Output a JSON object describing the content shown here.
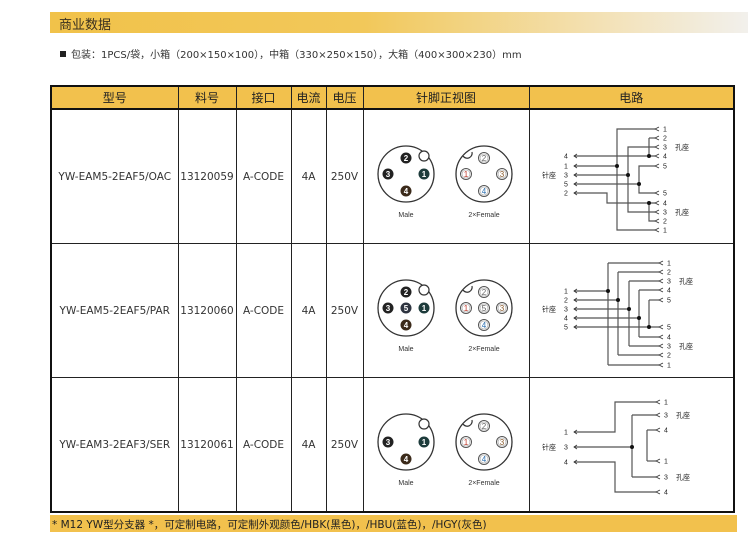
{
  "section_title": "商业数据",
  "packaging": "包装：1PCS/袋，小箱（200×150×100），中箱（330×250×150），大箱（400×300×230）mm",
  "table": {
    "headers": [
      "型号",
      "料号",
      "接口",
      "电流",
      "电压",
      "针脚正视图",
      "电路"
    ],
    "rows": [
      {
        "model": "YW-EAM5-2EAF5/OAC",
        "part": "13120059",
        "interface": "A-CODE",
        "current": "4A",
        "voltage": "250V",
        "male_label": "Male",
        "female_label": "2×Female",
        "male_pins": [
          {
            "n": "2",
            "pos": "top"
          },
          {
            "n": "3",
            "pos": "left"
          },
          {
            "n": "1",
            "pos": "right"
          },
          {
            "n": "4",
            "pos": "bottom"
          }
        ],
        "female_pins": [
          {
            "n": "2",
            "pos": "top"
          },
          {
            "n": "1",
            "pos": "left"
          },
          {
            "n": "3",
            "pos": "right"
          },
          {
            "n": "4",
            "pos": "bottom"
          }
        ],
        "circuit": {
          "pin_label": "针座",
          "socket_label": "孔座",
          "pins": [
            "4",
            "1",
            "3",
            "5",
            "2"
          ],
          "sockets_top": [
            "1",
            "2",
            "3",
            "4",
            "5"
          ],
          "sockets_bottom": [
            "5",
            "4",
            "3",
            "2",
            "1"
          ]
        }
      },
      {
        "model": "YW-EAM5-2EAF5/PAR",
        "part": "13120060",
        "interface": "A-CODE",
        "current": "4A",
        "voltage": "250V",
        "male_label": "Male",
        "female_label": "2×Female",
        "male_pins": [
          {
            "n": "2",
            "pos": "top"
          },
          {
            "n": "3",
            "pos": "left"
          },
          {
            "n": "5",
            "pos": "center"
          },
          {
            "n": "1",
            "pos": "right"
          },
          {
            "n": "4",
            "pos": "bottom"
          }
        ],
        "female_pins": [
          {
            "n": "2",
            "pos": "top"
          },
          {
            "n": "1",
            "pos": "left"
          },
          {
            "n": "5",
            "pos": "center"
          },
          {
            "n": "3",
            "pos": "right"
          },
          {
            "n": "4",
            "pos": "bottom"
          }
        ],
        "circuit": {
          "pin_label": "针座",
          "socket_label": "孔座",
          "pins": [
            "1",
            "2",
            "3",
            "4",
            "5"
          ],
          "sockets_top": [
            "1",
            "2",
            "3",
            "4",
            "5"
          ],
          "sockets_bottom": [
            "5",
            "4",
            "3",
            "2",
            "1"
          ]
        }
      },
      {
        "model": "YW-EAM3-2EAF3/SER",
        "part": "13120061",
        "interface": "A-CODE",
        "current": "4A",
        "voltage": "250V",
        "male_label": "Male",
        "female_label": "2×Female",
        "male_pins": [
          {
            "n": "3",
            "pos": "left"
          },
          {
            "n": "1",
            "pos": "right"
          },
          {
            "n": "4",
            "pos": "bottom"
          }
        ],
        "female_pins": [
          {
            "n": "2",
            "pos": "top"
          },
          {
            "n": "1",
            "pos": "left"
          },
          {
            "n": "3",
            "pos": "right"
          },
          {
            "n": "4",
            "pos": "bottom"
          }
        ],
        "circuit": {
          "pin_label": "针座",
          "socket_label": "孔座",
          "pins": [
            "1",
            "3",
            "4"
          ],
          "sockets_top": [
            "1",
            "3",
            "4"
          ],
          "sockets_bottom": [
            "1",
            "3",
            "4"
          ]
        }
      }
    ]
  },
  "colors": {
    "accent": "#f2c14d",
    "male_pin": {
      "1": "#1d3b3b",
      "2": "#222222",
      "3": "#222222",
      "4": "#3b2a1a",
      "5": "#2e3440"
    },
    "female_pin": {
      "1": "#c0392b",
      "2": "#666666",
      "3": "#8b5a2b",
      "4": "#2a6fb0",
      "5": "#555555"
    }
  },
  "footer_note": "* M12 YW型分支器 *，可定制电路，可定制外观颜色/HBK(黑色)，/HBU(蓝色)，/HGY(灰色)"
}
